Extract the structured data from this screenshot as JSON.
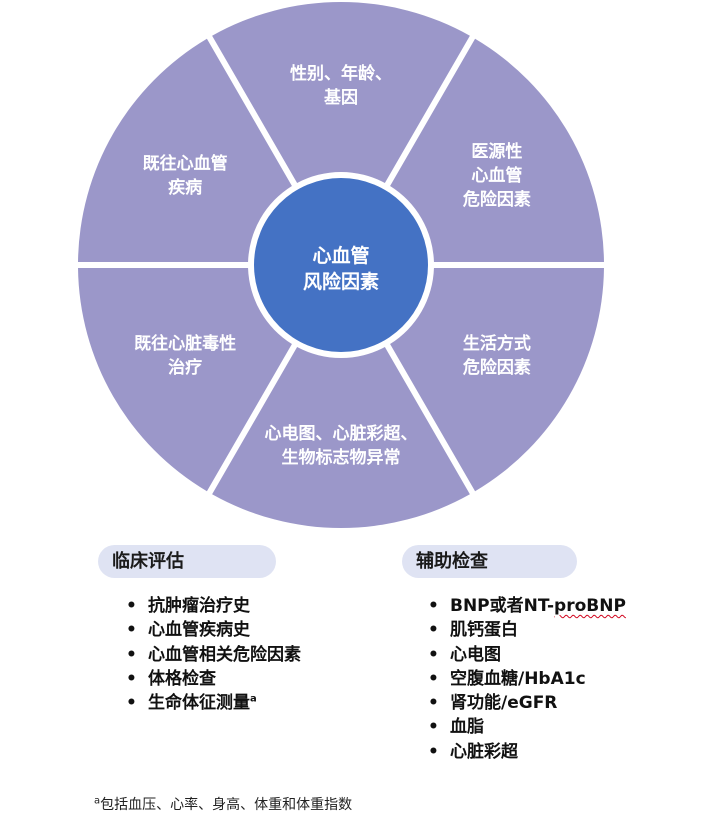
{
  "wheel": {
    "center": {
      "line1": "心血管",
      "line2": "风险因素",
      "color": "#4472c4"
    },
    "segment_color": "#9b97c9",
    "segments": [
      {
        "lines": [
          "性别、年龄、",
          "基因"
        ]
      },
      {
        "lines": [
          "医源性",
          "心血管",
          "危险因素"
        ]
      },
      {
        "lines": [
          "生活方式",
          "危险因素"
        ]
      },
      {
        "lines": [
          "心电图、心脏彩超、",
          "生物标志物异常"
        ]
      },
      {
        "lines": [
          "既往心脏毒性",
          "治疗"
        ]
      },
      {
        "lines": [
          "既往心血管",
          "疾病"
        ]
      }
    ]
  },
  "clinical": {
    "title": "临床评估",
    "bullet": "•",
    "items": [
      "抗肿瘤治疗史",
      "心血管疾病史",
      "心血管相关危险因素",
      "体格检查",
      "生命体征测量"
    ],
    "superscript": "a"
  },
  "auxiliary": {
    "title": "辅助检查",
    "items": [
      {
        "before": "BNP或者NT-",
        "marked": "proBNP"
      },
      {
        "before": "肌钙蛋白",
        "marked": ""
      },
      {
        "before": "心电图",
        "marked": ""
      },
      {
        "before": "空腹血糖/HbA1c",
        "marked": ""
      },
      {
        "before": "肾功能/eGFR",
        "marked": ""
      },
      {
        "before": "血脂",
        "marked": ""
      },
      {
        "before": "心脏彩超",
        "marked": ""
      }
    ]
  },
  "footnote": {
    "marker": "a",
    "text": "包括血压、心率、身高、体重和体重指数"
  }
}
